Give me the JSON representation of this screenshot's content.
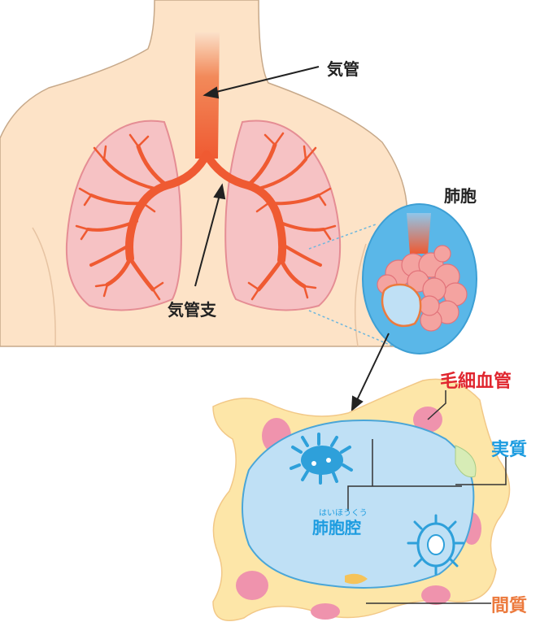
{
  "labels": {
    "trachea": "気管",
    "bronchi": "気管支",
    "alveolus": "肺胞",
    "capillary": "毛細血管",
    "parenchyma": "実質",
    "alveolar_cavity_reading": "はいほうくう",
    "alveolar_cavity": "肺胞腔",
    "interstitium": "間質"
  },
  "colors": {
    "skin": "#fde3c7",
    "skin_outline": "#c7a98a",
    "lung_fill": "#f6c2c4",
    "lung_outline": "#e58d94",
    "airway": "#ef5a32",
    "alveolus_bg": "#5ab7e8",
    "alveolus_cluster": "#f4a3a0",
    "tissue_yellow": "#fde6a8",
    "capillary_pink": "#ef93ad",
    "cavity_blue": "#bfe0f5",
    "label_red": "#e0262f",
    "label_blue": "#1d9ce0",
    "label_orange": "#ec7a3d",
    "label_dark": "#222222"
  }
}
